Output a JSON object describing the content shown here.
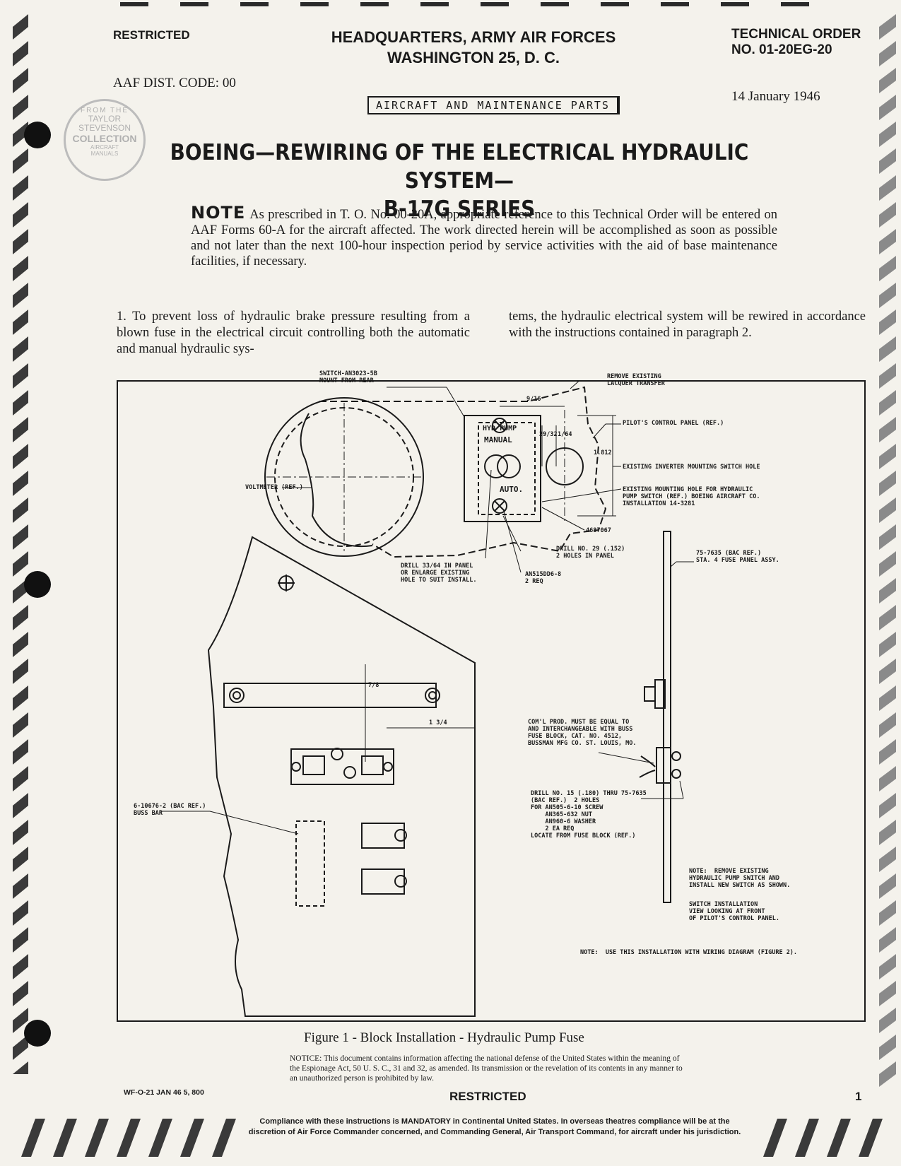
{
  "header": {
    "restricted": "RESTRICTED",
    "hq_line1": "HEADQUARTERS, ARMY AIR FORCES",
    "hq_line2": "WASHINGTON 25, D. C.",
    "to_line1": "TECHNICAL ORDER",
    "to_line2": "NO. 01-20EG-20",
    "dist_code": "AAF DIST. CODE:  00",
    "date": "14 January 1946",
    "category": "AIRCRAFT AND MAINTENANCE PARTS"
  },
  "stamp": {
    "line1": "FROM THE",
    "line2": "TAYLOR",
    "line3": "STEVENSON",
    "line4": "COLLECTION",
    "line5": "AIRCRAFT",
    "line6": "MANUALS"
  },
  "title": {
    "line1": "BOEING—REWIRING OF THE ELECTRICAL HYDRAULIC SYSTEM—",
    "line2": "B-17G SERIES"
  },
  "note": {
    "word": "NOTE",
    "text": "As prescribed in T. O. No. 00-20A, appropriate reference to this Technical Order will be entered on AAF Forms 60-A for the aircraft affected. The work directed herein will be accomplished as soon as possible and not later than the next 100-hour inspection period by service activities with the aid of base maintenance facilities, if necessary."
  },
  "paragraph1": {
    "left": "1. To prevent loss of hydraulic brake pressure resulting from a blown fuse in the electrical circuit controlling both the automatic and manual hydraulic sys-",
    "right": "tems, the hydraulic electrical system will be rewired in accordance with the instructions contained in paragraph 2."
  },
  "figure": {
    "labels": {
      "switch": "SWITCH-AN3023-5B\nMOUNT FROM REAR",
      "remove_lacquer": "REMOVE EXISTING\nLACQUER TRANSFER",
      "pilots_panel": "PILOT'S CONTROL PANEL (REF.)",
      "hyd_pump": "HYD PUMP",
      "manual": "MANUAL",
      "auto": "AUTO.",
      "dim_9_16": "9/16",
      "dim_29_32": "29/32",
      "dim_1_64": "1/64",
      "dim_1812": "1.812",
      "inverter_hole": "EXISTING INVERTER MOUNTING SWITCH HOLE",
      "hyd_hole": "EXISTING MOUNTING HOLE FOR HYDRAULIC\nPUMP SWITCH (REF.) BOEING AIRCRAFT CO.\nINSTALLATION 14-3281",
      "voltmeter": "VOLTMETER (REF.)",
      "part_4687067": "4687067",
      "drill_29": "DRILL NO. 29 (.152)\n2 HOLES IN PANEL",
      "drill_33": "DRILL 33/64 IN PANEL\nOR ENLARGE EXISTING\nHOLE TO SUIT INSTALL.",
      "an515": "AN515DD6-8\n2 REQ",
      "fuse_panel": "75-7635 (BAC REF.)\nSTA. 4 FUSE PANEL ASSY.",
      "dim_7_8": "7/8",
      "dim_1_3_4": "1 3/4",
      "comml_prod": "COM'L PROD. MUST BE EQUAL TO\nAND INTERCHANGEABLE WITH BUSS\nFUSE BLOCK, CAT. NO. 4512,\nBUSSMAN MFG CO. ST. LOUIS, MO.",
      "buss_bar": "6-10676-2 (BAC REF.)\nBUSS BAR",
      "drill_15": "DRILL NO. 15 (.180) THRU 75-7635\n(BAC REF.)  2 HOLES\nFOR AN505-6-10 SCREW\n    AN365-632 NUT\n    AN960-6 WASHER\n    2 EA REQ\nLOCATE FROM FUSE BLOCK (REF.)",
      "note_remove": "NOTE:  REMOVE EXISTING\nHYDRAULIC PUMP SWITCH AND\nINSTALL NEW SWITCH AS SHOWN.",
      "switch_view": "SWITCH INSTALLATION\nVIEW LOOKING AT FRONT\nOF PILOT'S CONTROL PANEL.",
      "note_wiring": "NOTE:  USE THIS INSTALLATION WITH WIRING DIAGRAM (FIGURE 2)."
    }
  },
  "caption": "Figure 1 - Block Installation - Hydraulic Pump Fuse",
  "notice": "NOTICE: This document contains information affecting the national defense of the United States within the meaning of the Espionage Act, 50 U. S. C., 31 and 32, as amended. Its transmission or the revelation of its contents in any manner to an unauthorized person is prohibited by law.",
  "footer": {
    "print_code": "WF-O-21 JAN 46  5, 800",
    "restricted": "RESTRICTED",
    "page": "1",
    "mandatory_line1": "Compliance with these instructions is MANDATORY in Continental United States. In overseas theatres compliance will be at the",
    "mandatory_line2": "discretion of Air Force Commander concerned, and Commanding General, Air Transport Command, for aircraft under his jurisdiction."
  }
}
